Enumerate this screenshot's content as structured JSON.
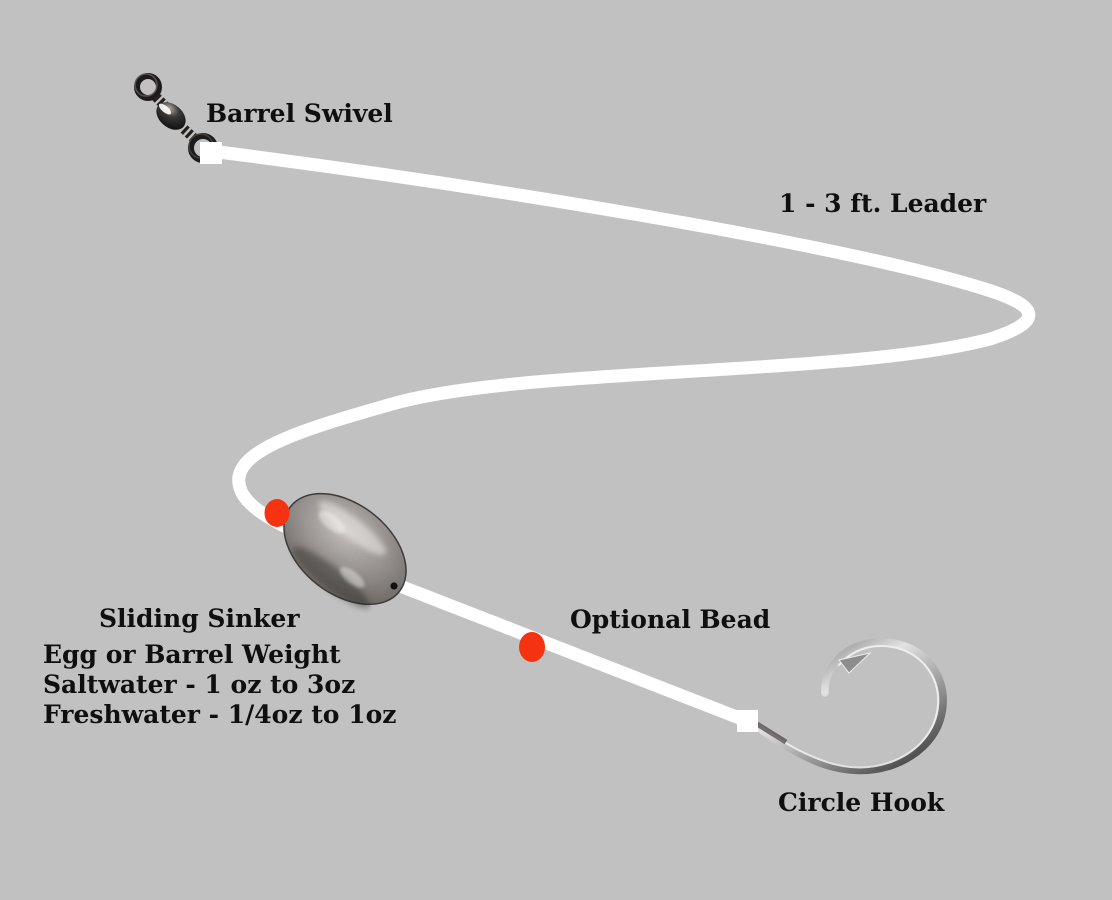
{
  "diagram": {
    "title_implicit": "Sliding sinker fishing rig diagram",
    "labels": {
      "barrel_swivel": "Barrel Swivel",
      "leader": "1 - 3 ft. Leader",
      "sinker_title": "Sliding Sinker",
      "sinker_line1": "Egg or Barrel Weight",
      "sinker_line2": "Saltwater - 1 oz to 3oz",
      "sinker_line3": "Freshwater - 1/4oz to 1oz",
      "optional_bead": "Optional Bead",
      "circle_hook": "Circle Hook"
    },
    "colors": {
      "background": "#c1c1c1",
      "line": "#ffffff",
      "bead": "#f53310",
      "text": "#0f0f0f",
      "swivel_metal": "#1e1c1a",
      "hook_metal": "#9c9c9c",
      "sinker_metal": "#8e8a88"
    }
  }
}
